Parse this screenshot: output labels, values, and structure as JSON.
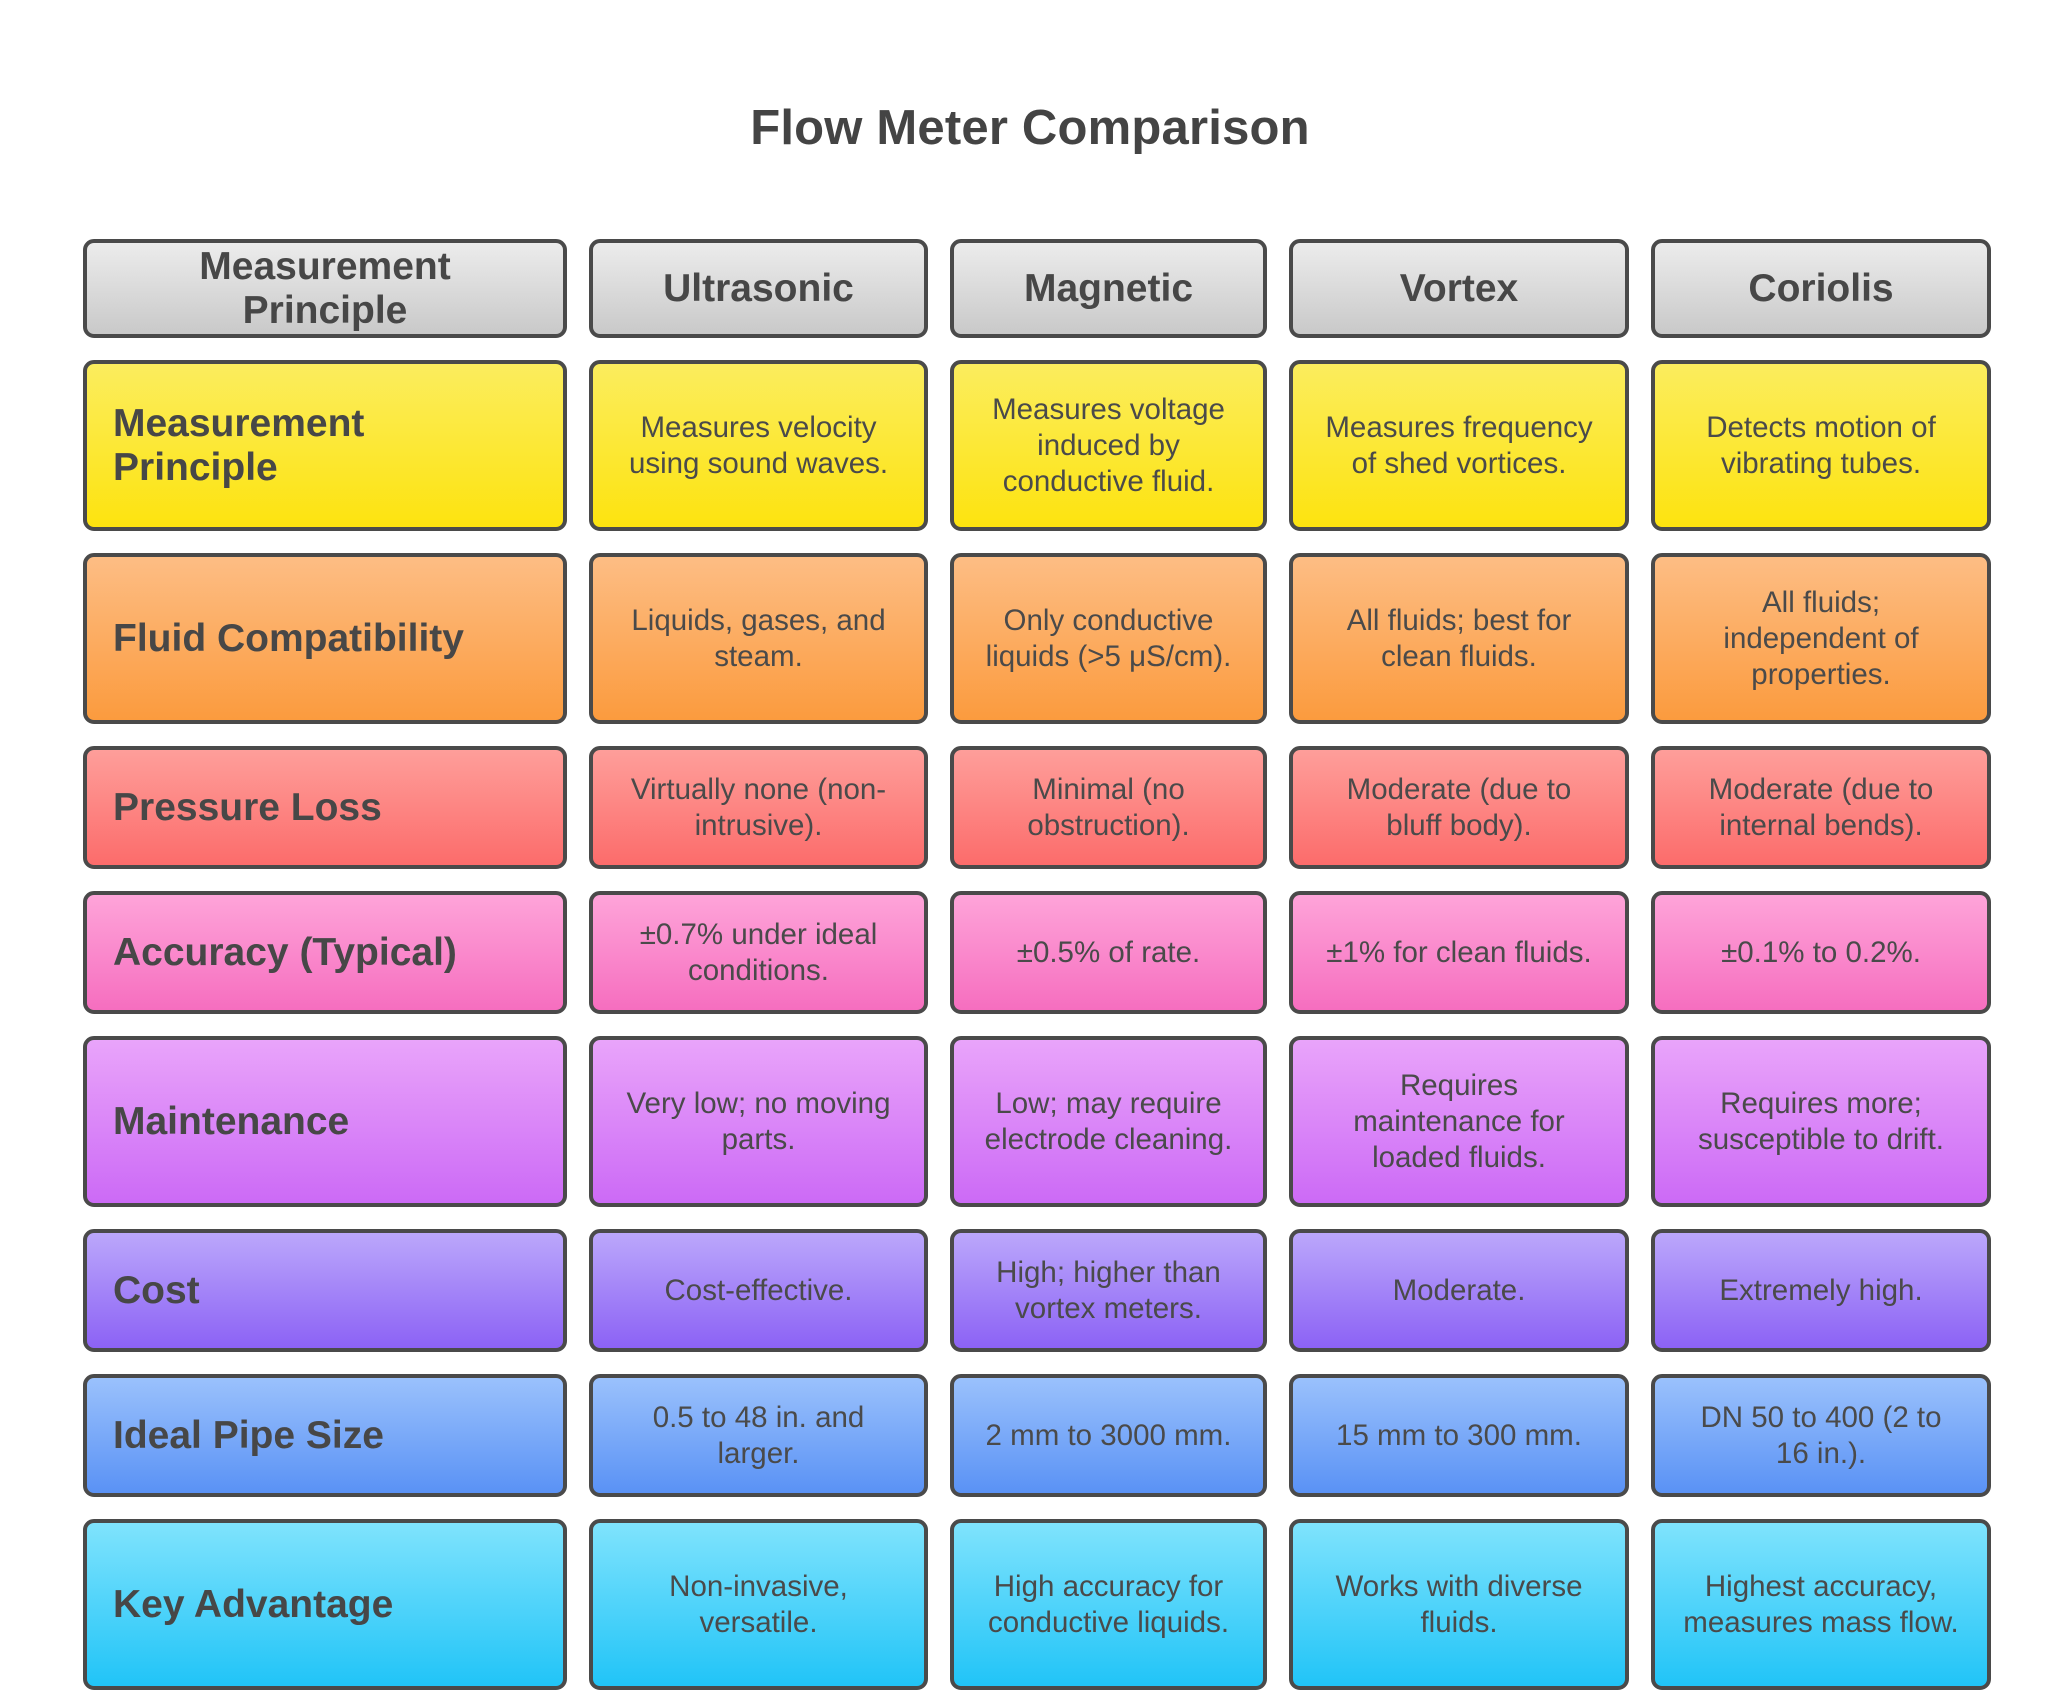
{
  "title": "Flow Meter Comparison",
  "columns": [
    "Measurement Principle",
    "Ultrasonic",
    "Magnetic",
    "Vortex",
    "Coriolis"
  ],
  "row_colors": {
    "header": "#d9d9d9",
    "measurement_principle": "#fde72f",
    "fluid_compatibility": "#fcac5f",
    "pressure_loss": "#fd8584",
    "accuracy": "#fa8acc",
    "maintenance": "#dc88f8",
    "cost": "#a685f8",
    "ideal_pipe_size": "#79aaf8",
    "key_advantage": "#4fd3fa"
  },
  "rows": [
    {
      "label": "Measurement Principle",
      "values": [
        "Measures velocity using sound waves.",
        "Measures voltage induced by conductive fluid.",
        "Measures frequency of shed vortices.",
        "Detects motion of vibrating tubes."
      ]
    },
    {
      "label": "Fluid Compatibility",
      "values": [
        "Liquids, gases, and steam.",
        "Only conductive liquids (>5 μS/cm).",
        "All fluids; best for clean fluids.",
        "All fluids; independent of properties."
      ]
    },
    {
      "label": "Pressure Loss",
      "values": [
        "Virtually none (non-intrusive).",
        "Minimal (no obstruction).",
        "Moderate (due to bluff body).",
        "Moderate (due to internal bends)."
      ]
    },
    {
      "label": "Accuracy (Typical)",
      "values": [
        "±0.7% under ideal conditions.",
        "±0.5% of rate.",
        "±1% for clean fluids.",
        "±0.1% to 0.2%."
      ]
    },
    {
      "label": "Maintenance",
      "values": [
        "Very low; no moving parts.",
        "Low; may require electrode cleaning.",
        "Requires maintenance for loaded fluids.",
        "Requires more; susceptible to drift."
      ]
    },
    {
      "label": "Cost",
      "values": [
        "Cost-effective.",
        "High; higher than vortex meters.",
        "Moderate.",
        "Extremely high."
      ]
    },
    {
      "label": "Ideal Pipe Size",
      "values": [
        "0.5 to 48 in. and larger.",
        "2 mm to 3000 mm.",
        "15 mm to 300 mm.",
        "DN 50 to 400 (2 to 16 in.)."
      ]
    },
    {
      "label": "Key Advantage",
      "values": [
        "Non-invasive, versatile.",
        "High accuracy for conductive liquids.",
        "Works with diverse fluids.",
        "Highest accuracy, measures mass flow."
      ]
    }
  ]
}
